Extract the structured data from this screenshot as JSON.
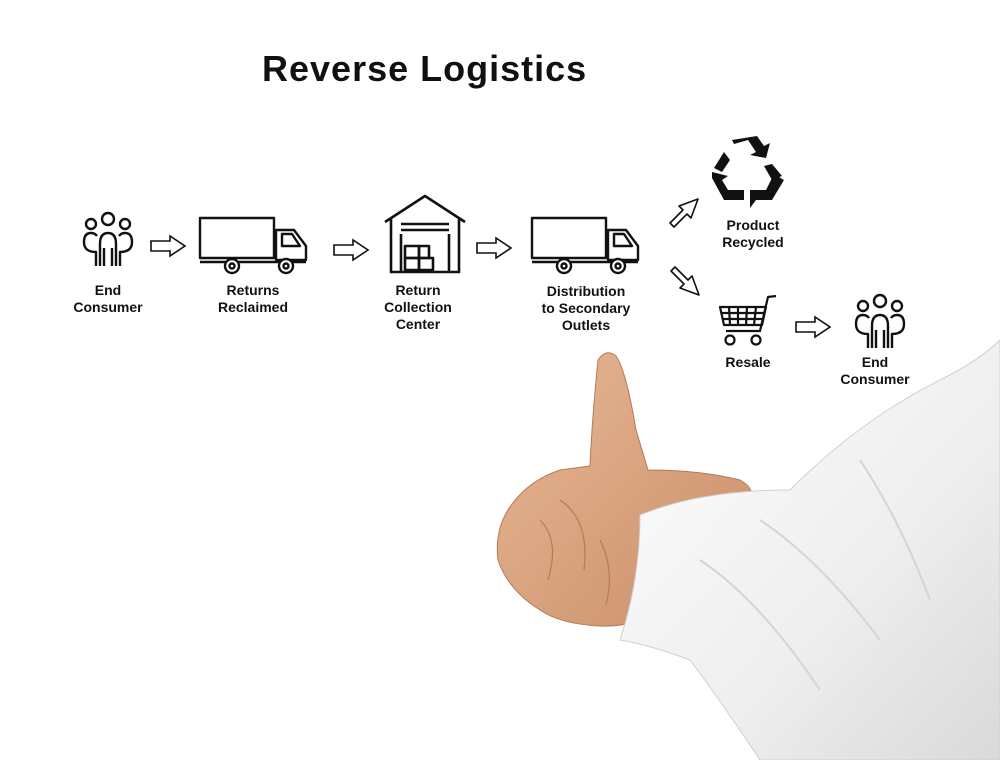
{
  "title": "Reverse Logistics",
  "steps": [
    {
      "label": "End\nConsumer",
      "icon": "people-icon"
    },
    {
      "label": "Returns\nReclaimed",
      "icon": "truck-icon"
    },
    {
      "label": "Return\nCollection\nCenter",
      "icon": "warehouse-icon"
    },
    {
      "label": "Distribution\nto Secondary\nOutlets",
      "icon": "truck-icon"
    },
    {
      "label": "Product\nRecycled",
      "icon": "recycle-icon"
    },
    {
      "label": "Resale",
      "icon": "shopping-cart-icon"
    },
    {
      "label": "End\nConsumer",
      "icon": "people-icon"
    }
  ],
  "colors": {
    "ink": "#111111",
    "background": "#ffffff",
    "sleeve": "#f2f2f2",
    "skin": "#d9a07a"
  }
}
